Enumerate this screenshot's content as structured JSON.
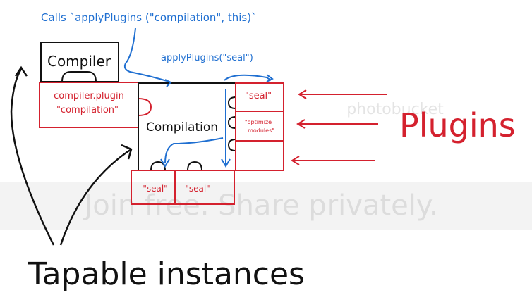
{
  "annotations": {
    "calls_note": "Calls `applyPlugins (\"compilation\", this)`",
    "apply_seal_note": "applyPlugins(\"seal\")"
  },
  "boxes": {
    "compiler_label": "Compiler",
    "compiler_plugin_line1": "compiler.plugin",
    "compiler_plugin_line2": "\"compilation\"",
    "compilation_label": "Compilation",
    "seal_right": "\"seal\"",
    "optimize_line1": "\"optimize",
    "optimize_line2": "modules\"",
    "seal_bottom_left": "\"seal\"",
    "seal_bottom_right": "\"seal\""
  },
  "labels": {
    "plugins": "Plugins",
    "tapable": "Tapable instances"
  },
  "watermark": {
    "brand": "photobucket",
    "tagline": "Join free. Share privately."
  },
  "colors": {
    "blue": "#1f6fd1",
    "red": "#d4212e",
    "black": "#111111",
    "watermark": "#d6d6d6"
  }
}
